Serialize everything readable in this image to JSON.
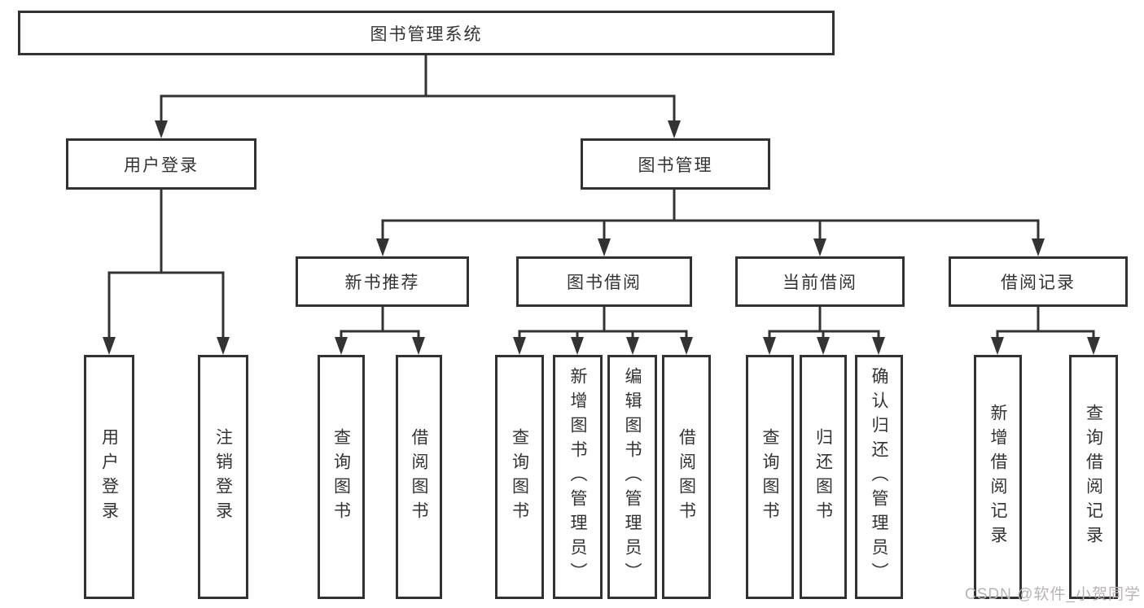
{
  "tree": {
    "label": "图书管理系统",
    "children": [
      {
        "label": "用户登录",
        "children": [
          {
            "label": "用户登录"
          },
          {
            "label": "注销登录"
          }
        ]
      },
      {
        "label": "图书管理",
        "children": [
          {
            "label": "新书推荐",
            "children": [
              {
                "label": "查询图书"
              },
              {
                "label": "借阅图书"
              }
            ]
          },
          {
            "label": "图书借阅",
            "children": [
              {
                "label": "查询图书"
              },
              {
                "label": "新增图书（管理员）"
              },
              {
                "label": "编辑图书（管理员）"
              },
              {
                "label": "借阅图书"
              }
            ]
          },
          {
            "label": "当前借阅",
            "children": [
              {
                "label": "查询图书"
              },
              {
                "label": "归还图书"
              },
              {
                "label": "确认归还（管理员）"
              }
            ]
          },
          {
            "label": "借阅记录",
            "children": [
              {
                "label": "新增借阅记录"
              },
              {
                "label": "查询借阅记录"
              }
            ]
          }
        ]
      }
    ]
  },
  "watermark": {
    "text": "CSDN @软件_小贺同学",
    "color": "#b9b3b3"
  },
  "colors": {
    "line": "#333333",
    "box_border": "#323232",
    "text": "#333333",
    "background": "#ffffff"
  }
}
